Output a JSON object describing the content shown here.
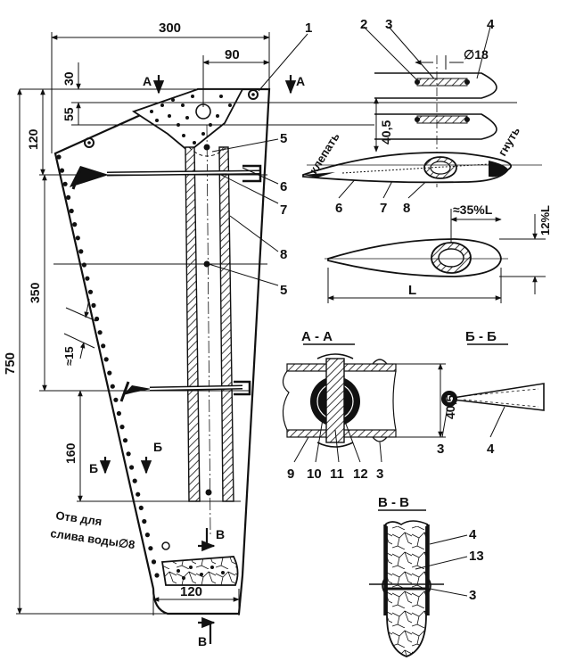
{
  "dims": {
    "d300": "300",
    "d90": "90",
    "d30": "30",
    "d55": "55",
    "d120_left": "120",
    "d350": "350",
    "d750": "750",
    "d15": "≈15",
    "d160": "160",
    "d120_bottom": "120",
    "d40_5_top": "40,5",
    "d40_5_section": "40,5",
    "d18": "∅18",
    "pct35": "≈35%L",
    "pct12": "12%L",
    "L": "L"
  },
  "section_marks": {
    "A_left": "A",
    "A_right": "A",
    "B_left": "Б",
    "B_right": "Б",
    "V_top": "В",
    "V_bottom": "В"
  },
  "section_titles": {
    "aa": "А - А",
    "bb": "Б - Б",
    "vv": "В - В"
  },
  "notes": {
    "rivet": "клепать",
    "bend": "гнуть",
    "drain_line1": "Отв    для",
    "drain_line2": "слива воды∅8"
  },
  "callouts": {
    "n1": "1",
    "n2": "2",
    "n3_top": "3",
    "n4_top": "4",
    "n5_a": "5",
    "n5_b": "5",
    "n6_main": "6",
    "n7_main": "7",
    "n8_main": "8",
    "n6_prof": "6",
    "n7_prof": "7",
    "n8_prof": "8",
    "n9": "9",
    "n10": "10",
    "n11": "11",
    "n12": "12",
    "n3_aa": "3",
    "n3_bb": "3",
    "n4_bb": "4",
    "n4_vv": "4",
    "n13": "13",
    "n3_vv": "3"
  },
  "colors": {
    "ink": "#111111",
    "paper": "#ffffff"
  }
}
